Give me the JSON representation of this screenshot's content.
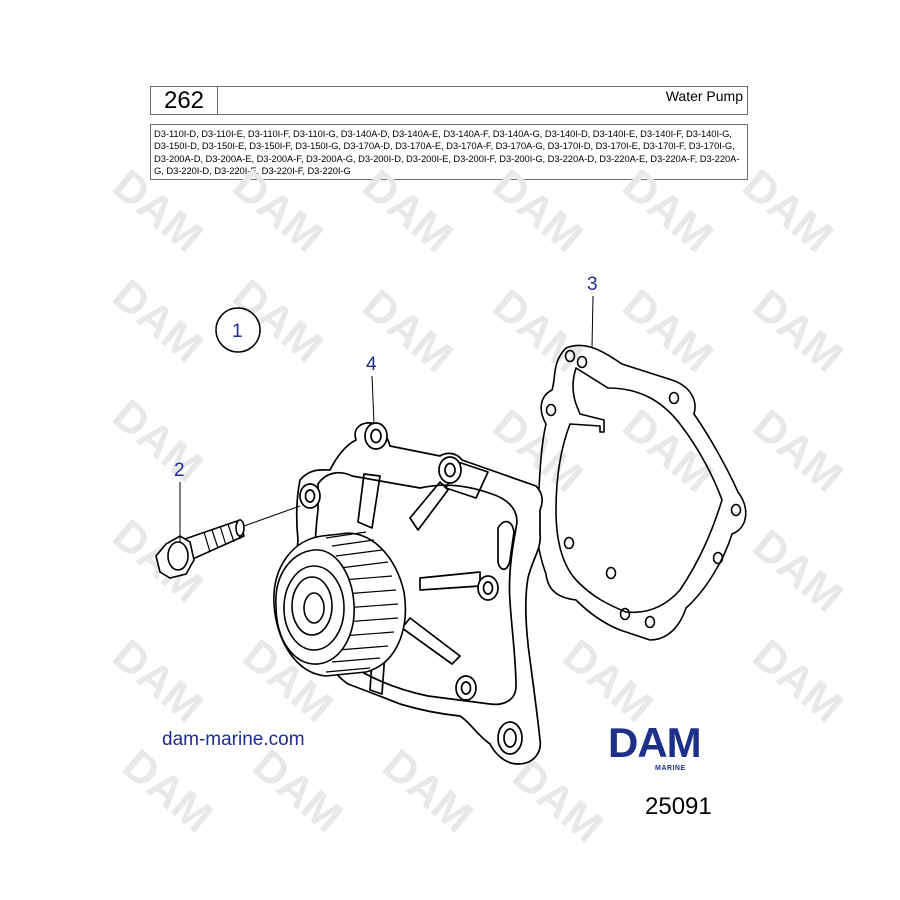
{
  "page": {
    "number": "262",
    "title": "Water Pump"
  },
  "models": "D3-110I-D, D3-110I-E, D3-110I-F, D3-110I-G, D3-140A-D, D3-140A-E, D3-140A-F, D3-140A-G, D3-140I-D, D3-140I-E, D3-140I-F, D3-140I-G, D3-150I-D, D3-150I-E, D3-150I-F, D3-150I-G, D3-170A-D, D3-170A-E, D3-170A-F, D3-170A-G, D3-170I-D, D3-170I-E, D3-170I-F, D3-170I-G, D3-200A-D, D3-200A-E, D3-200A-F, D3-200A-G, D3-200I-D, D3-200I-E, D3-200I-F, D3-200I-G, D3-220A-D, D3-220A-E, D3-220A-F, D3-220A-G, D3-220I-D, D3-220I-E, D3-220I-F, D3-220I-G",
  "callouts": {
    "c1": "1",
    "c2": "2",
    "c3": "3",
    "c4": "4"
  },
  "website": "dam-marine.com",
  "logo": {
    "word": "DAM",
    "sub": "MARINE"
  },
  "watermark": "DAM",
  "reference": "25091",
  "colors": {
    "brand": "#1e2f8a",
    "callout": "#1f2d8f",
    "watermark": "#e8e8e8"
  }
}
